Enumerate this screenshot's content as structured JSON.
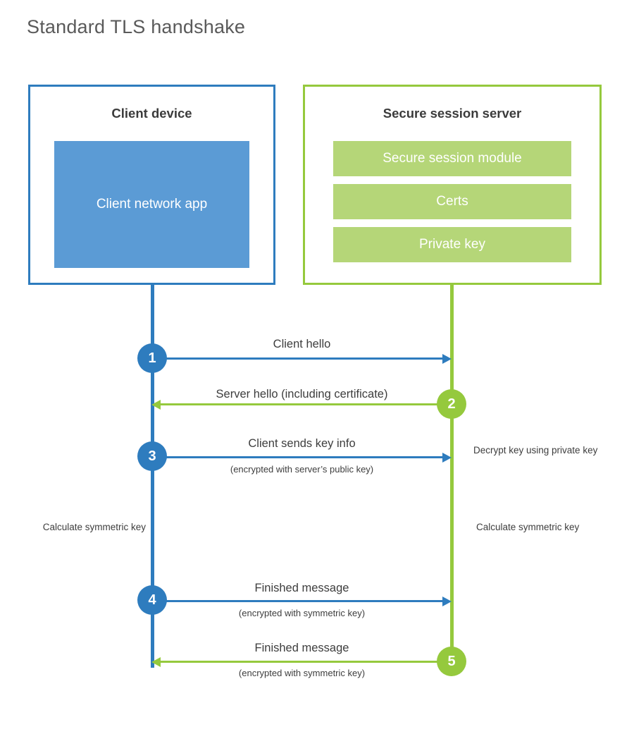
{
  "title": "Standard TLS handshake",
  "parties": {
    "client": {
      "title": "Client device",
      "app_label": "Client network app"
    },
    "server": {
      "title": "Secure session server",
      "modules": [
        "Secure session module",
        "Certs",
        "Private key"
      ]
    }
  },
  "steps": [
    {
      "number": "1",
      "label": "Client hello",
      "sub": "",
      "direction": "client-to-server",
      "color": "#2E7CBE"
    },
    {
      "number": "2",
      "label": "Server hello (including certificate)",
      "sub": "",
      "direction": "server-to-client",
      "color": "#95C93D"
    },
    {
      "number": "3",
      "label": "Client sends key info",
      "sub": "(encrypted with server’s public key)",
      "direction": "client-to-server",
      "color": "#2E7CBE"
    },
    {
      "number": "4",
      "label": "Finished message",
      "sub": "(encrypted with symmetric key)",
      "direction": "client-to-server",
      "color": "#2E7CBE"
    },
    {
      "number": "5",
      "label": "Finished message",
      "sub": "(encrypted with symmetric key)",
      "direction": "server-to-client",
      "color": "#95C93D"
    }
  ],
  "notes": {
    "decrypt_key": "Decrypt key using private key",
    "calc_key_client": "Calculate symmetric key",
    "calc_key_server": "Calculate symmetric key"
  },
  "colors": {
    "client_accent": "#2E7CBE",
    "server_accent": "#95C93D",
    "client_app_fill": "#5B9BD5",
    "server_bar_fill": "#B5D678",
    "title_text": "#5A5A5A",
    "body_text": "#3D3D3D",
    "background": "#FFFFFF"
  }
}
